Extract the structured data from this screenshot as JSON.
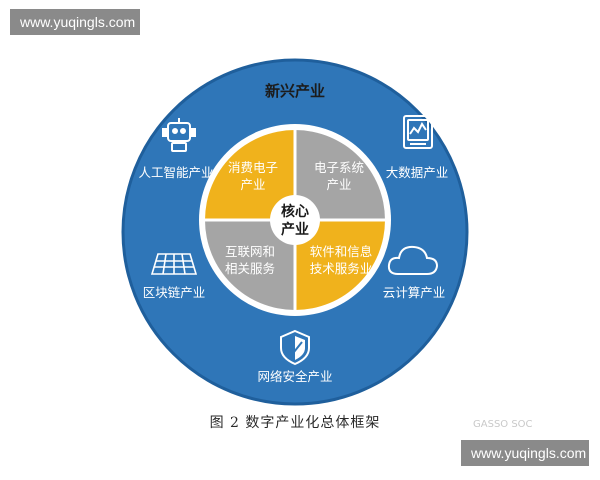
{
  "watermark": {
    "top": "www.yuqingls.com",
    "bottom": "www.yuqingls.com"
  },
  "diagram": {
    "title": "新兴产业",
    "core": [
      "核心",
      "产业"
    ],
    "quadrants": [
      {
        "lines": [
          "消费电子",
          "产业"
        ],
        "color": "#f0b21c"
      },
      {
        "lines": [
          "电子系统",
          "产业"
        ],
        "color": "#a5a5a5"
      },
      {
        "lines": [
          "互联网和",
          "相关服务"
        ],
        "color": "#a5a5a5"
      },
      {
        "lines": [
          "软件和信息",
          "技术服务业"
        ],
        "color": "#f0b21c"
      }
    ],
    "outer_items": [
      {
        "label": "人工智能产业",
        "icon": "robot-icon"
      },
      {
        "label": "大数据产业",
        "icon": "monitor-chart-icon"
      },
      {
        "label": "区块链产业",
        "icon": "blockchain-grid-icon"
      },
      {
        "label": "云计算产业",
        "icon": "cloud-icon"
      },
      {
        "label": "网络安全产业",
        "icon": "shield-icon"
      }
    ],
    "colors": {
      "outer_ring": "#2f76b8",
      "ring_edge": "#1f5f9c",
      "gold": "#f0b21c",
      "gray": "#a5a5a5"
    }
  },
  "caption": "图 2  数字产业化总体框架",
  "faint_mark": "GASSO SOC"
}
